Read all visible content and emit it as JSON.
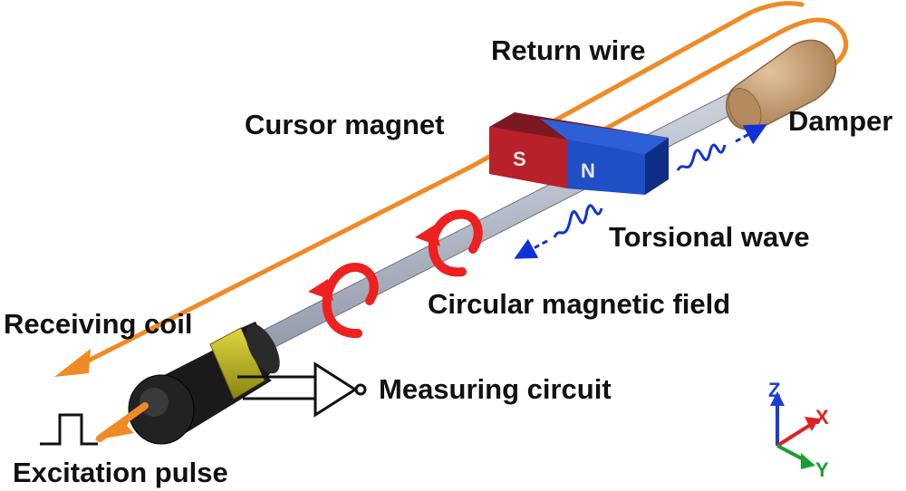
{
  "labels": {
    "return_wire": "Return wire",
    "cursor_magnet": "Cursor magnet",
    "damper": "Damper",
    "torsional_wave": "Torsional wave",
    "circular_field": "Circular magnetic field",
    "receiving_coil": "Receiving coil",
    "measuring_circuit": "Measuring circuit",
    "excitation_pulse": "Excitation pulse"
  },
  "magnet": {
    "south": "S",
    "north": "N"
  },
  "axes": {
    "z": "Z",
    "x": "X",
    "y": "Y"
  },
  "colors": {
    "return_wire": "#f08a24",
    "rod": "#b9bfcc",
    "damper": "#c9a27a",
    "magnet_south": "#b8202a",
    "magnet_north": "#1f4fc4",
    "coil": "#c8c020",
    "coil_body": "#1a1a1a",
    "wave": "#1030d8",
    "field_arrow": "#ee2020",
    "axis_z": "#1a3cd8",
    "axis_x": "#e02020",
    "axis_y": "#18a030",
    "excitation_arrow": "#f08a24"
  }
}
